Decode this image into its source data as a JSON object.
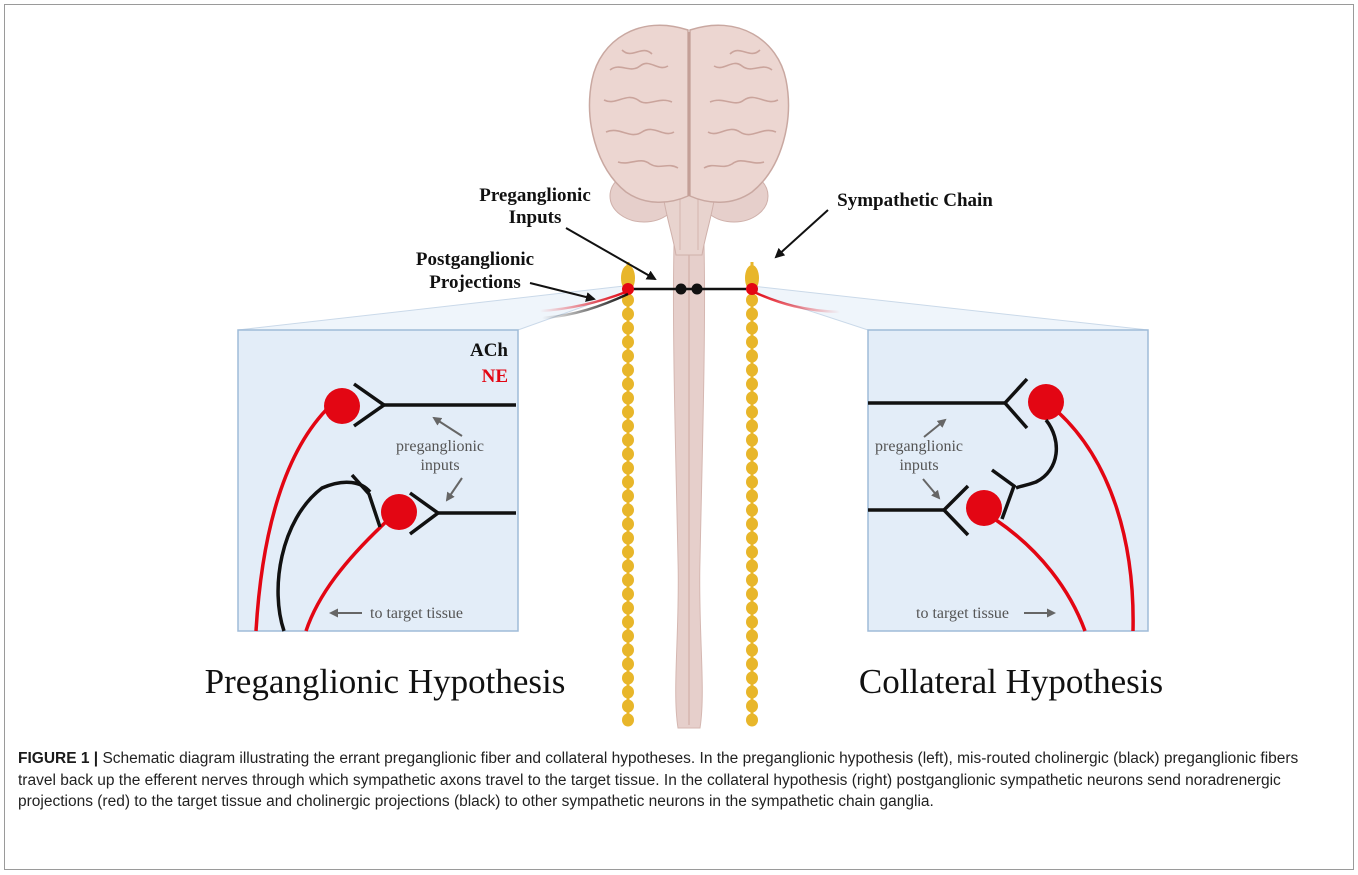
{
  "labels": {
    "preganglionic_inputs_line1": "Preganglionic",
    "preganglionic_inputs_line2": "Inputs",
    "postganglionic_line1": "Postganglionic",
    "postganglionic_line2": "Projections",
    "sympathetic_chain": "Sympathetic Chain"
  },
  "left_panel": {
    "legend_ach": "ACh",
    "legend_ne": "NE",
    "inputs_line1": "preganglionic",
    "inputs_line2": "inputs",
    "target": "to target tissue",
    "title": "Preganglionic Hypothesis"
  },
  "right_panel": {
    "inputs_line1": "preganglionic",
    "inputs_line2": "inputs",
    "target": "to target tissue",
    "title": "Collateral Hypothesis"
  },
  "caption": {
    "figure_label": "FIGURE 1 |",
    "text": " Schematic diagram illustrating the errant preganglionic fiber and collateral hypotheses. In the preganglionic hypothesis (left), mis-routed cholinergic (black) preganglionic fibers travel back up the efferent nerves through which sympathetic axons travel to the target tissue. In the collateral hypothesis (right) postganglionic sympathetic neurons send noradrenergic projections (red) to the target tissue and cholinergic projections (black) to other sympathetic neurons in the sympathetic chain ganglia."
  },
  "colors": {
    "ach": "#111111",
    "ne": "#e30613",
    "ganglia": "#e8b62a",
    "panel_fill": "#e3edf8",
    "panel_border": "#9fbbd8",
    "cord": "#e6cfcb",
    "brain": "#ecd6d1"
  }
}
